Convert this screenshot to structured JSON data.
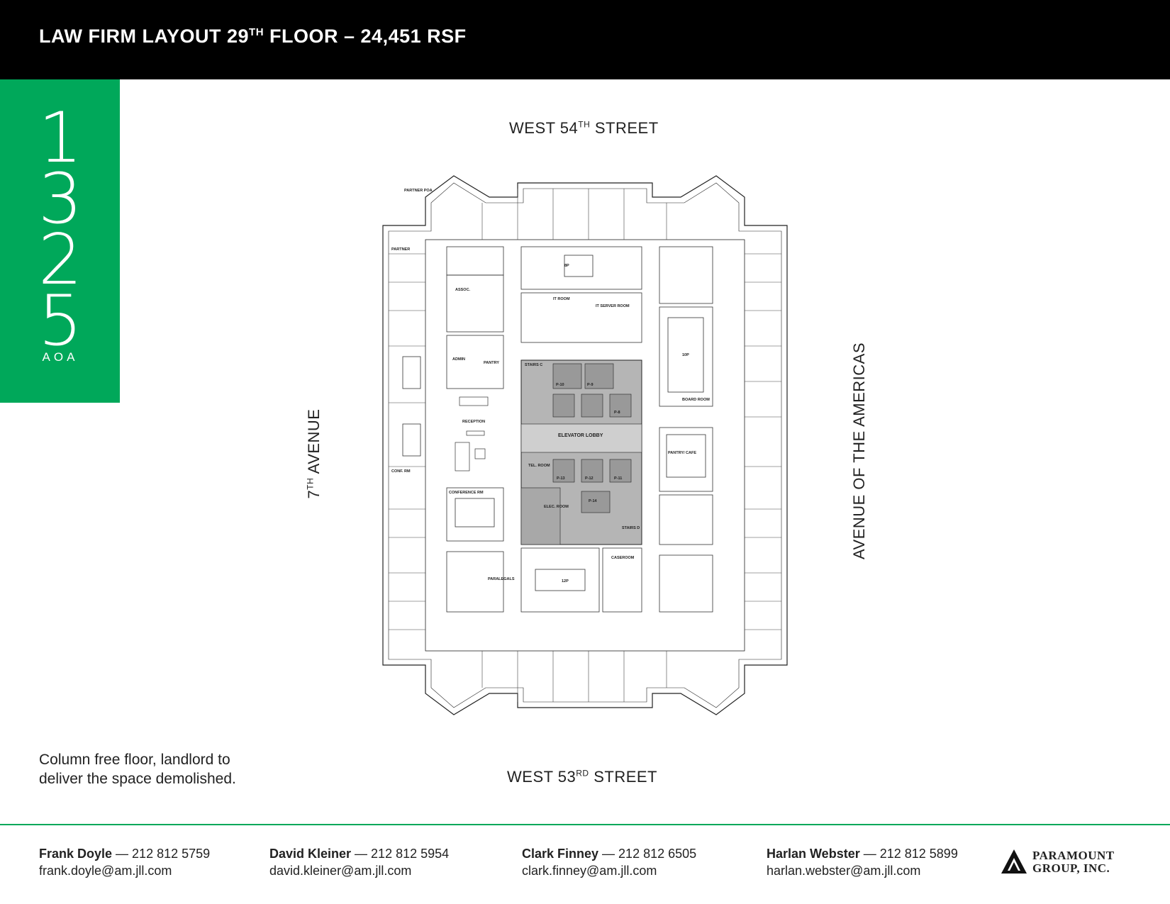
{
  "header": {
    "title_prefix": "LAW FIRM LAYOUT 29",
    "title_sup": "TH",
    "title_suffix": " FLOOR – 24,451 RSF"
  },
  "brand": {
    "digits": [
      "1",
      "3",
      "2",
      "5"
    ],
    "subtitle": "AOA",
    "color": "#00a85a"
  },
  "streets": {
    "top": {
      "prefix": "WEST 54",
      "sup": "TH",
      "suffix": " STREET"
    },
    "bottom": {
      "prefix": "WEST 53",
      "sup": "RD",
      "suffix": " STREET"
    },
    "left": {
      "prefix": "7",
      "sup": "TH",
      "suffix": " AVENUE"
    },
    "right": {
      "text": "AVENUE OF THE AMERICAS"
    }
  },
  "floor_plan": {
    "labels": {
      "elevator_lobby": "ELEVATOR LOBBY",
      "reception": "RECEPTION",
      "conference_rm": "CONFERENCE RM",
      "board_room": "BOARD ROOM",
      "pantry_cafe": "PANTRY/ CAFE",
      "pantry": "PANTRY",
      "it_room": "IT ROOM",
      "it_server_room": "IT SERVER ROOM",
      "stairs_c": "STAIRS C",
      "stairs_d": "STAIRS D",
      "tel_room": "TEL. ROOM",
      "elec_room": "ELEC. ROOM",
      "caseroom": "CASEROOM",
      "admin": "ADMIN",
      "paralegals": "PARALEGALS",
      "partner": "PARTNER",
      "partner_poa": "PARTNER POA",
      "assoc": "ASSOC.",
      "conf_rm": "CONF. RM",
      "p8": "P-8",
      "p9": "P-9",
      "p10": "P-10",
      "p11": "P-11",
      "p12": "P-12",
      "p13": "P-13",
      "p14": "P-14",
      "seats_8p": "8P",
      "seats_10p": "10P",
      "seats_12p": "12P"
    }
  },
  "note": {
    "line1": "Column free floor, landlord to",
    "line2": "deliver the space demolished."
  },
  "contacts": [
    {
      "name": "Frank Doyle",
      "phone": " — 212 812 5759",
      "email": "frank.doyle@am.jll.com"
    },
    {
      "name": "David Kleiner",
      "phone": " — 212 812 5954",
      "email": "david.kleiner@am.jll.com"
    },
    {
      "name": "Clark Finney",
      "phone": " — 212 812 6505",
      "email": "clark.finney@am.jll.com"
    },
    {
      "name": "Harlan Webster",
      "phone": " — 212 812 5899",
      "email": "harlan.webster@am.jll.com"
    }
  ],
  "logo": {
    "line1": "PARAMOUNT",
    "line2": "GROUP, INC."
  }
}
